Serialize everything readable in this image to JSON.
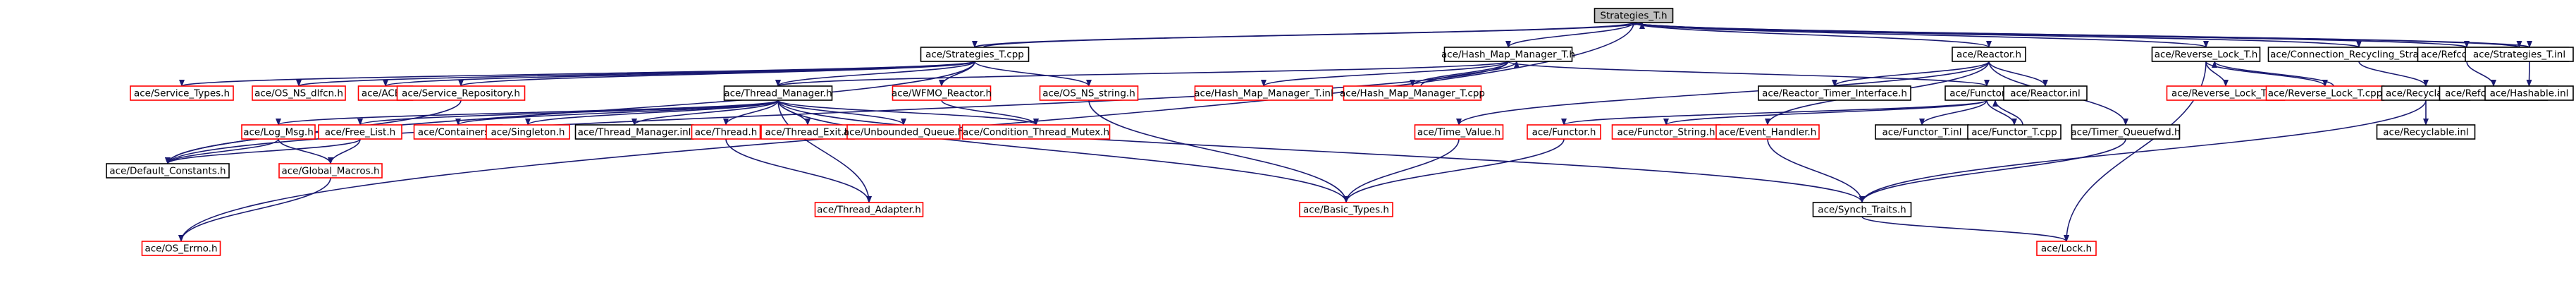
{
  "colors": {
    "edge": "#191970",
    "root_fill": "#bfbfbf",
    "root_border": "#000000",
    "internal_border": "#000000",
    "external_border": "#ff0000",
    "node_fill": "#ffffff"
  },
  "nodes": [
    {
      "id": "strategies_t_h",
      "label": "Strategies_T.h",
      "kind": "root"
    },
    {
      "id": "strategies_t_cpp",
      "label": "ace/Strategies_T.cpp",
      "kind": "internal"
    },
    {
      "id": "hash_map_manager_t_h",
      "label": "ace/Hash_Map_Manager_T.h",
      "kind": "internal"
    },
    {
      "id": "reactor_h",
      "label": "ace/Reactor.h",
      "kind": "internal"
    },
    {
      "id": "reverse_lock_t_h",
      "label": "ace/Reverse_Lock_T.h",
      "kind": "internal"
    },
    {
      "id": "connection_recycling_strategy_h",
      "label": "ace/Connection_Recycling_Strategy.h",
      "kind": "internal"
    },
    {
      "id": "refcountable_h",
      "label": "ace/Refcountable.h",
      "kind": "internal"
    },
    {
      "id": "hashable_h",
      "label": "ace/Hashable.h",
      "kind": "internal"
    },
    {
      "id": "strategies_t_inl",
      "label": "ace/Strategies_T.inl",
      "kind": "internal"
    },
    {
      "id": "service_types_h",
      "label": "ace/Service_Types.h",
      "kind": "external"
    },
    {
      "id": "os_ns_dlfcn_h",
      "label": "ace/OS_NS_dlfcn.h",
      "kind": "external"
    },
    {
      "id": "ace_h",
      "label": "ace/ACE.h",
      "kind": "external"
    },
    {
      "id": "service_repository_h",
      "label": "ace/Service_Repository.h",
      "kind": "external"
    },
    {
      "id": "thread_manager_h",
      "label": "ace/Thread_Manager.h",
      "kind": "internal"
    },
    {
      "id": "wfmo_reactor_h",
      "label": "ace/WFMO_Reactor.h",
      "kind": "external"
    },
    {
      "id": "os_ns_string_h",
      "label": "ace/OS_NS_string.h",
      "kind": "external"
    },
    {
      "id": "hash_map_manager_t_inl",
      "label": "ace/Hash_Map_Manager_T.inl",
      "kind": "external"
    },
    {
      "id": "hash_map_manager_t_cpp",
      "label": "ace/Hash_Map_Manager_T.cpp",
      "kind": "external"
    },
    {
      "id": "reactor_timer_interface_h",
      "label": "ace/Reactor_Timer_Interface.h",
      "kind": "internal"
    },
    {
      "id": "functor_t_h",
      "label": "ace/Functor_T.h",
      "kind": "internal"
    },
    {
      "id": "reactor_inl",
      "label": "ace/Reactor.inl",
      "kind": "internal"
    },
    {
      "id": "reverse_lock_t_inl",
      "label": "ace/Reverse_Lock_T.inl",
      "kind": "external"
    },
    {
      "id": "reverse_lock_t_cpp",
      "label": "ace/Reverse_Lock_T.cpp",
      "kind": "external"
    },
    {
      "id": "recyclable_h",
      "label": "ace/Recyclable.h",
      "kind": "internal"
    },
    {
      "id": "refcountable_inl",
      "label": "ace/Refcountable.inl",
      "kind": "internal"
    },
    {
      "id": "hashable_inl",
      "label": "ace/Hashable.inl",
      "kind": "internal"
    },
    {
      "id": "log_msg_h",
      "label": "ace/Log_Msg.h",
      "kind": "external"
    },
    {
      "id": "free_list_h",
      "label": "ace/Free_List.h",
      "kind": "external"
    },
    {
      "id": "containers_h",
      "label": "ace/Containers.h",
      "kind": "external"
    },
    {
      "id": "singleton_h",
      "label": "ace/Singleton.h",
      "kind": "external"
    },
    {
      "id": "thread_manager_inl",
      "label": "ace/Thread_Manager.inl",
      "kind": "internal"
    },
    {
      "id": "thread_h",
      "label": "ace/Thread.h",
      "kind": "external"
    },
    {
      "id": "thread_exit_h",
      "label": "ace/Thread_Exit.h",
      "kind": "external"
    },
    {
      "id": "unbounded_queue_h",
      "label": "ace/Unbounded_Queue.h",
      "kind": "external"
    },
    {
      "id": "condition_thread_mutex_h",
      "label": "ace/Condition_Thread_Mutex.h",
      "kind": "external"
    },
    {
      "id": "time_value_h",
      "label": "ace/Time_Value.h",
      "kind": "external"
    },
    {
      "id": "functor_h",
      "label": "ace/Functor.h",
      "kind": "external"
    },
    {
      "id": "functor_string_h",
      "label": "ace/Functor_String.h",
      "kind": "external"
    },
    {
      "id": "event_handler_h",
      "label": "ace/Event_Handler.h",
      "kind": "external"
    },
    {
      "id": "functor_t_inl",
      "label": "ace/Functor_T.inl",
      "kind": "internal"
    },
    {
      "id": "functor_t_cpp",
      "label": "ace/Functor_T.cpp",
      "kind": "internal"
    },
    {
      "id": "timer_queuefwd_h",
      "label": "ace/Timer_Queuefwd.h",
      "kind": "internal"
    },
    {
      "id": "recyclable_inl",
      "label": "ace/Recyclable.inl",
      "kind": "internal"
    },
    {
      "id": "default_constants_h",
      "label": "ace/Default_Constants.h",
      "kind": "internal"
    },
    {
      "id": "global_macros_h",
      "label": "ace/Global_Macros.h",
      "kind": "external"
    },
    {
      "id": "thread_adapter_h",
      "label": "ace/Thread_Adapter.h",
      "kind": "external"
    },
    {
      "id": "basic_types_h",
      "label": "ace/Basic_Types.h",
      "kind": "external"
    },
    {
      "id": "synch_traits_h",
      "label": "ace/Synch_Traits.h",
      "kind": "internal"
    },
    {
      "id": "os_errno_h",
      "label": "ace/OS_Errno.h",
      "kind": "external"
    },
    {
      "id": "lock_h",
      "label": "ace/Lock.h",
      "kind": "external"
    }
  ],
  "edges": [
    [
      "strategies_t_h",
      "strategies_t_cpp"
    ],
    [
      "strategies_t_h",
      "hash_map_manager_t_h"
    ],
    [
      "strategies_t_h",
      "reactor_h"
    ],
    [
      "strategies_t_h",
      "reverse_lock_t_h"
    ],
    [
      "strategies_t_h",
      "connection_recycling_strategy_h"
    ],
    [
      "strategies_t_h",
      "refcountable_h"
    ],
    [
      "strategies_t_h",
      "hashable_h"
    ],
    [
      "strategies_t_h",
      "strategies_t_inl"
    ],
    [
      "strategies_t_h",
      "os_errno_h"
    ],
    [
      "strategies_t_cpp",
      "strategies_t_h"
    ],
    [
      "strategies_t_cpp",
      "service_types_h"
    ],
    [
      "strategies_t_cpp",
      "os_ns_dlfcn_h"
    ],
    [
      "strategies_t_cpp",
      "ace_h"
    ],
    [
      "strategies_t_cpp",
      "service_repository_h"
    ],
    [
      "strategies_t_cpp",
      "thread_manager_h"
    ],
    [
      "strategies_t_cpp",
      "wfmo_reactor_h"
    ],
    [
      "strategies_t_cpp",
      "os_ns_string_h"
    ],
    [
      "strategies_t_cpp",
      "default_constants_h"
    ],
    [
      "hash_map_manager_t_h",
      "hash_map_manager_t_inl"
    ],
    [
      "hash_map_manager_t_h",
      "hash_map_manager_t_cpp"
    ],
    [
      "hash_map_manager_t_h",
      "functor_t_h"
    ],
    [
      "hash_map_manager_t_h",
      "thread_manager_h"
    ],
    [
      "hash_map_manager_t_h",
      "default_constants_h"
    ],
    [
      "hash_map_manager_t_cpp",
      "hash_map_manager_t_h"
    ],
    [
      "reactor_h",
      "reactor_timer_interface_h"
    ],
    [
      "reactor_h",
      "reactor_inl"
    ],
    [
      "reactor_h",
      "time_value_h"
    ],
    [
      "reactor_h",
      "event_handler_h"
    ],
    [
      "reactor_h",
      "timer_queuefwd_h"
    ],
    [
      "reverse_lock_t_h",
      "reverse_lock_t_inl"
    ],
    [
      "reverse_lock_t_h",
      "reverse_lock_t_cpp"
    ],
    [
      "reverse_lock_t_h",
      "lock_h"
    ],
    [
      "reverse_lock_t_cpp",
      "reverse_lock_t_h"
    ],
    [
      "connection_recycling_strategy_h",
      "recyclable_h"
    ],
    [
      "refcountable_h",
      "refcountable_inl"
    ],
    [
      "hashable_h",
      "hashable_inl"
    ],
    [
      "recyclable_h",
      "recyclable_inl"
    ],
    [
      "recyclable_h",
      "synch_traits_h"
    ],
    [
      "service_repository_h",
      "default_constants_h"
    ],
    [
      "thread_manager_h",
      "log_msg_h"
    ],
    [
      "thread_manager_h",
      "free_list_h"
    ],
    [
      "thread_manager_h",
      "containers_h"
    ],
    [
      "thread_manager_h",
      "singleton_h"
    ],
    [
      "thread_manager_h",
      "thread_manager_inl"
    ],
    [
      "thread_manager_h",
      "thread_h"
    ],
    [
      "thread_manager_h",
      "thread_exit_h"
    ],
    [
      "thread_manager_h",
      "unbounded_queue_h"
    ],
    [
      "thread_manager_h",
      "condition_thread_mutex_h"
    ],
    [
      "thread_manager_h",
      "thread_adapter_h"
    ],
    [
      "thread_manager_h",
      "basic_types_h"
    ],
    [
      "thread_manager_h",
      "synch_traits_h"
    ],
    [
      "wfmo_reactor_h",
      "condition_thread_mutex_h"
    ],
    [
      "os_ns_string_h",
      "basic_types_h"
    ],
    [
      "functor_t_h",
      "functor_h"
    ],
    [
      "functor_t_h",
      "functor_string_h"
    ],
    [
      "functor_t_h",
      "functor_t_inl"
    ],
    [
      "functor_t_h",
      "functor_t_cpp"
    ],
    [
      "functor_t_cpp",
      "functor_t_h"
    ],
    [
      "log_msg_h",
      "default_constants_h"
    ],
    [
      "log_msg_h",
      "global_macros_h"
    ],
    [
      "free_list_h",
      "default_constants_h"
    ],
    [
      "free_list_h",
      "global_macros_h"
    ],
    [
      "global_macros_h",
      "os_errno_h"
    ],
    [
      "thread_h",
      "thread_adapter_h"
    ],
    [
      "time_value_h",
      "basic_types_h"
    ],
    [
      "functor_h",
      "basic_types_h"
    ],
    [
      "event_handler_h",
      "synch_traits_h"
    ],
    [
      "timer_queuefwd_h",
      "synch_traits_h"
    ],
    [
      "synch_traits_h",
      "lock_h"
    ]
  ]
}
